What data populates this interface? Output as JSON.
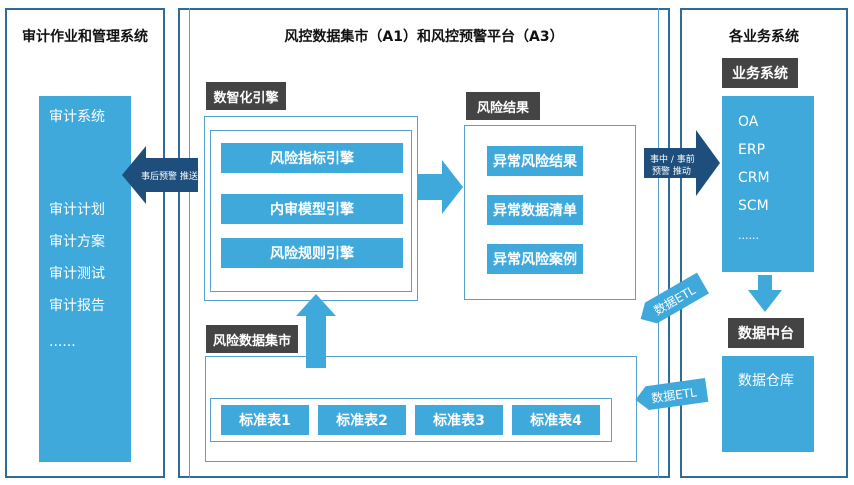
{
  "left_panel": {
    "title": "审计作业和管理系统",
    "box_title": "审计系统",
    "items": [
      "审计计划",
      "审计方案",
      "审计测试",
      "审计报告",
      "......"
    ]
  },
  "center_panel": {
    "title": "风控数据集市（A1）和风控预警平台（A3）",
    "engine": {
      "tag": "数智化引擎",
      "items": [
        "风险指标引擎",
        "内审模型引擎",
        "风险规则引擎"
      ]
    },
    "result": {
      "tag": "风险结果",
      "items": [
        "异常风险结果",
        "异常数据清单",
        "异常风险案例"
      ]
    },
    "mart": {
      "tag": "风险数据集市",
      "items": [
        "标准表1",
        "标准表2",
        "标准表3",
        "标准表4"
      ]
    }
  },
  "right_panel": {
    "title": "各业务系统",
    "biz_tag": "业务系统",
    "biz_items": [
      "OA",
      "ERP",
      "CRM",
      "SCM",
      "......"
    ],
    "data_tag": "数据中台",
    "data_box": "数据仓库"
  },
  "arrows": {
    "left_push": "事后预警  推送",
    "right_push_line1": "事中 / 事前",
    "right_push_line2": "预警  推动",
    "etl_upper": "数据ETL",
    "etl_lower": "数据ETL"
  },
  "colors": {
    "accent": "#3fa9dc",
    "border": "#2e6d9a",
    "tag_bg": "#444444",
    "dark_arrow": "#1e4f7c"
  }
}
